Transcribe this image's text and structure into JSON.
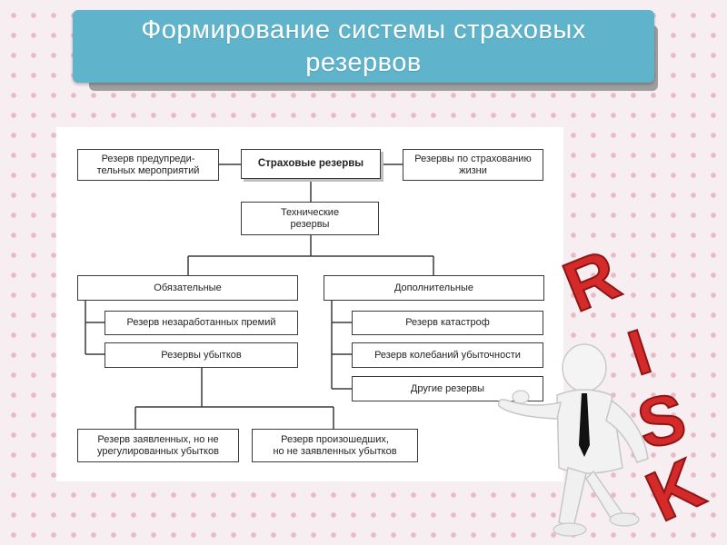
{
  "slide": {
    "title": "Формирование системы страховых резервов"
  },
  "diagram": {
    "nodes": {
      "preventive": "Резерв предупреди-\nтельных мероприятий",
      "root": "Страховые резервы",
      "life": "Резервы по страхованию\nжизни",
      "technical": "Технические\nрезервы",
      "mandatory": "Обязательные",
      "additional": "Дополнительные",
      "unearned": "Резерв незаработанных премий",
      "losses": "Резервы убытков",
      "catastrophe": "Резерв катастроф",
      "fluctuation": "Резерв колебаний убыточности",
      "other": "Другие резервы",
      "rbns": "Резерв заявленных, но не\nурегулированных убытков",
      "ibnr": "Резерв произошедших,\nно не заявленных убытков"
    }
  },
  "illustration": {
    "word": "RISK",
    "word_color": "#d42a2a",
    "figure": "white-3d-man-icon"
  }
}
